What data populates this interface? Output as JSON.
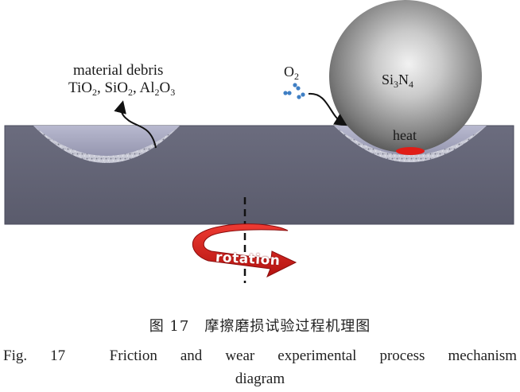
{
  "diagram": {
    "debris_title": "material debris",
    "debris_formula": [
      "TiO",
      "2",
      ", SiO",
      "2",
      ", Al",
      "2",
      "O",
      "3"
    ],
    "oxygen": [
      "O",
      "2"
    ],
    "ball": [
      "Si",
      "3",
      "N",
      "4"
    ],
    "heat": "heat",
    "rotation": "rotation"
  },
  "caption": {
    "cn": "图 17　摩擦磨损试验过程机理图",
    "en_line1": "Fig. 17　Friction and wear experimental process mechanism",
    "en_line2": "diagram"
  },
  "colors": {
    "plate": "#5f6072",
    "plate_edge": "#4a4b5c",
    "ball_light": "#efefef",
    "ball_dark": "#555555",
    "arrow_red": "#d4231f",
    "heat_red": "#e01c16",
    "oxygen_blue": "#3f7fc4"
  }
}
